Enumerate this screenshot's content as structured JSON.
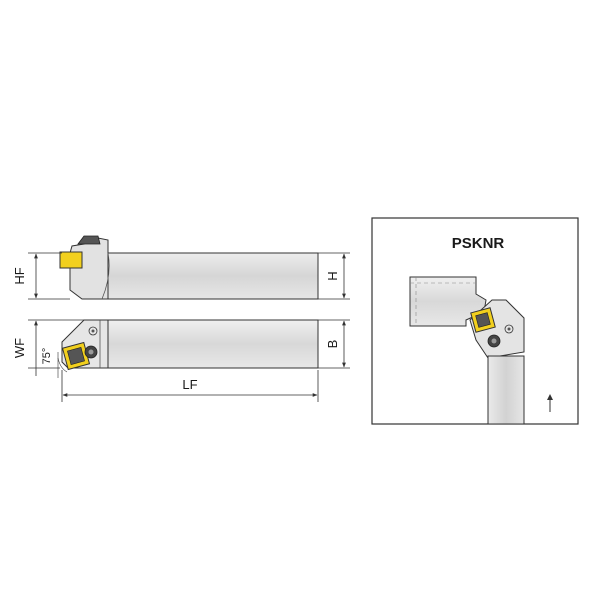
{
  "dimensions": {
    "hf": "HF",
    "h": "H",
    "wf": "WF",
    "b": "B",
    "lf": "LF",
    "angle": "75°"
  },
  "detail": {
    "title": "PSKNR",
    "feed_direction_icon": "arrow-up-icon"
  },
  "colors": {
    "insert": "#f2d01e",
    "body_light": "#eeeeee",
    "body_mid": "#d4d4d4",
    "outline": "#333333"
  }
}
